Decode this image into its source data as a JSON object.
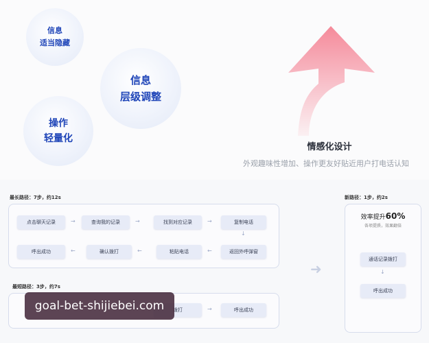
{
  "bubbles": {
    "b1": {
      "line1": "信息",
      "line2": "适当隐藏"
    },
    "b2": {
      "line1": "信息",
      "line2": "层级调整"
    },
    "b3": {
      "line1": "操作",
      "line2": "轻量化"
    }
  },
  "emotion": {
    "title": "情感化设计",
    "desc": "外观趣味性增加、操作更友好贴近用户打电话认知"
  },
  "longest_path": {
    "label": "最长路径：7步，约12s",
    "row1": [
      "点击聊天记录",
      "查询我的记录",
      "找到对应记录",
      "复制电话"
    ],
    "row2": [
      "呼出成功",
      "确认拨打",
      "粘贴电话",
      "返回外呼弹窗"
    ]
  },
  "shortest_path": {
    "label": "最短路径：3步，约7s",
    "nodes": [
      "拨打",
      "呼出成功"
    ]
  },
  "new_path": {
    "label": "新路径：1步，约2s",
    "eff_prefix": "效率提升",
    "eff_pct": "60%",
    "eff_sub": "各项提质，效果翻倍",
    "nodes": [
      "通话记录拨打",
      "呼出成功"
    ]
  },
  "watermark": "goal-bet-shijiebei.com",
  "colors": {
    "accent": "#1f45b8",
    "arrow_top": "#f58a9a",
    "node_bg": "#e7ebf7"
  }
}
